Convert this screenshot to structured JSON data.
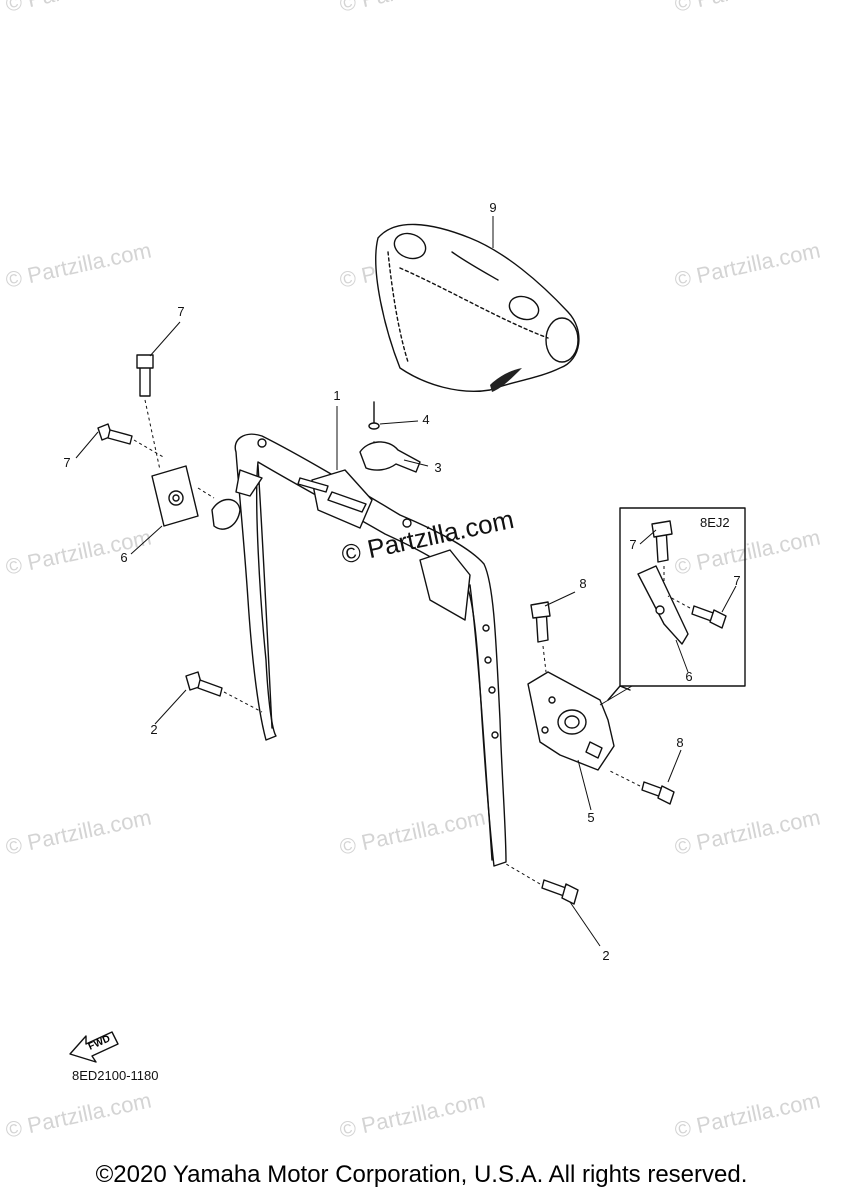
{
  "watermark": "© Partzilla.com",
  "figure_code": "8ED2100-1180",
  "variant_code": "8EJ2",
  "fwd_label": "FWD",
  "copyright": "©2020 Yamaha Motor Corporation, U.S.A. All rights reserved.",
  "callouts": {
    "c1": "1",
    "c2a": "2",
    "c2b": "2",
    "c3": "3",
    "c4": "4",
    "c5": "5",
    "c6a": "6",
    "c6b": "6",
    "c7a": "7",
    "c7b": "7",
    "c7c": "7",
    "c7d": "7",
    "c8a": "8",
    "c8b": "8",
    "c9": "9"
  }
}
